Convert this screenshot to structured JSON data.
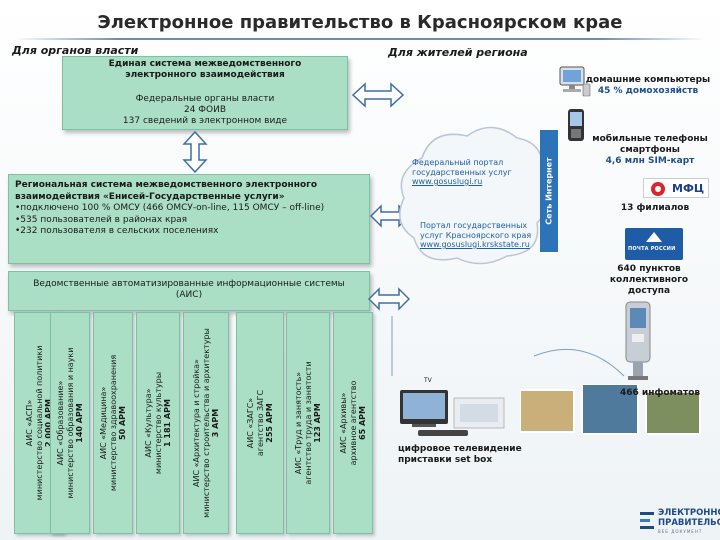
{
  "header": {
    "title": "Электронное правительство в Красноярском крае",
    "for_authorities": "Для органов власти",
    "for_residents": "Для жителей региона"
  },
  "box1": {
    "title_l1": "Единая система межведомственного",
    "title_l2": "электронного взаимодействия",
    "body_l1": "Федеральные органы власти",
    "body_l2": "24 ФОИВ",
    "body_l3": "137 сведений в электронном виде"
  },
  "box2": {
    "title_l1": "Региональная система межведомственного электронного",
    "title_l2": "взаимодействия «Енисей-Государственные услуги»",
    "item1": "•подключено 100 % ОМСУ (466 ОМСУ-on-line, 115 ОМСУ – off-line)",
    "item2": "•535 пользователей в районах края",
    "item3": "•232 пользователя в сельских поселениях"
  },
  "box3": {
    "l1": "Ведомственные автоматизированные информационные системы",
    "l2": "(АИС)"
  },
  "ais": [
    {
      "l1": "АИС «АСП»",
      "l2": "министерство социальной политики",
      "l3": "2 000 АРМ"
    },
    {
      "l1": "АИС «Образование»",
      "l2": "министерство образования и науки",
      "l3": "140 АРМ"
    },
    {
      "l1": "АИС «Медицина»",
      "l2": "министерство здравоохранения",
      "l3": "50 АРМ"
    },
    {
      "l1": "АИС «Культура»",
      "l2": "министерство культуры",
      "l3": "1 181 АРМ"
    },
    {
      "l1": "АИС «Архитектура и стройка»",
      "l2": "министерство строительства и архитектуры",
      "l3": "3 АРМ"
    },
    {
      "l1": "АИС «ЗАГС»",
      "l2": "агентство ЗАГС",
      "l3": "255 АРМ"
    },
    {
      "l1": "АИС «Труд и занятость»",
      "l2": "агентство труда и занятости",
      "l3": "123 АРМ"
    },
    {
      "l1": "АИС «Архивы»",
      "l2": "архивное агентство",
      "l3": "65 АРМ"
    }
  ],
  "cloud": {
    "fed_l1": "Федеральный портал",
    "fed_l2": "государственных услуг",
    "fed_url": "www.gosuslugi.ru",
    "kr_l1": "Портал государственных",
    "kr_l2": "услуг Красноярского края",
    "kr_url": "www.gosuslugi.krskstate.ru",
    "internet": "Сеть Интернет"
  },
  "residents": {
    "pc_l1": "домашние компьютеры",
    "pc_l2": "45 % домохозяйств",
    "mobile_l1": "мобильные телефоны",
    "mobile_l2": "смартфоны",
    "mobile_l3": "4,6 млн SIM-карт",
    "mfc_badge": "МФЦ",
    "mfc_count": "13 филиалов",
    "post_badge": "ПОЧТА РОССИИ",
    "post_l1": "640 пунктов",
    "post_l2": "коллективного",
    "post_l3": "доступа",
    "kiosk": "466 инфоматов",
    "tv_small": "TV",
    "tv_l1": "цифровое телевидение",
    "tv_l2": "приставки set box"
  },
  "logo": {
    "l1": "ЭЛЕКТРОННОЕ",
    "l2": "ПРАВИТЕЛЬСТВО",
    "l3": "ВЕБ ДОКУМЕНТ"
  },
  "colors": {
    "box_green": "#aadfc6",
    "accent_blue": "#2c73b8",
    "link_blue": "#1f5fa8"
  }
}
